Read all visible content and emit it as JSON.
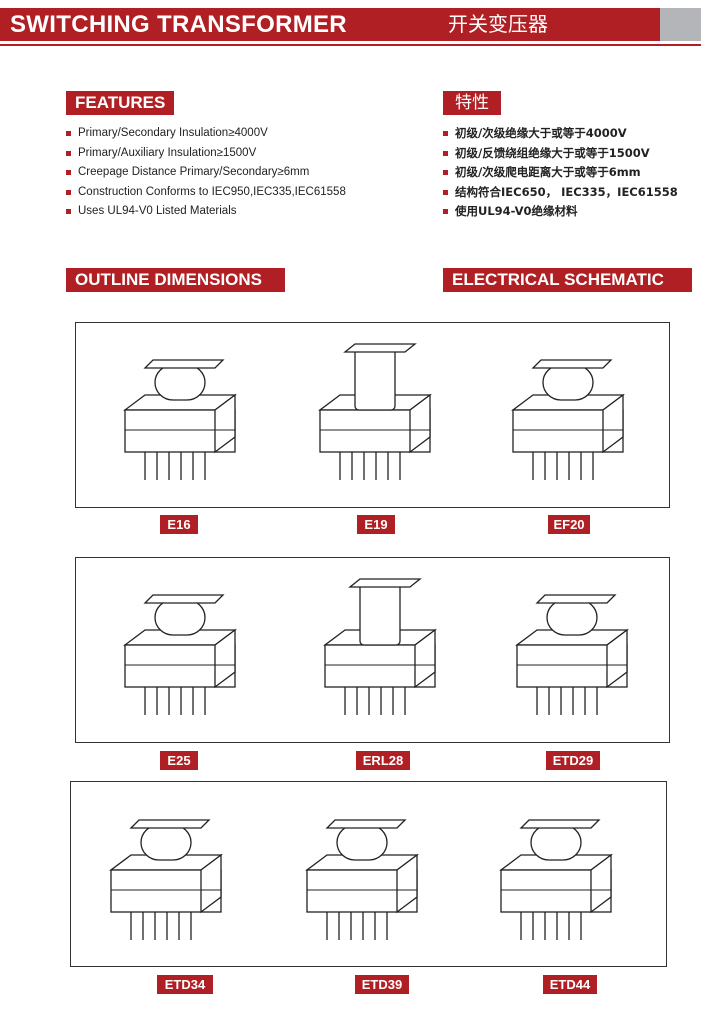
{
  "header": {
    "title": "SWITCHING TRANSFORMER",
    "title_cn": "开关变压器"
  },
  "features": {
    "heading": "FEATURES",
    "items": [
      "Primary/Secondary Insulation≥4000V",
      "Primary/Auxiliary Insulation≥1500V",
      "Creepage Distance Primary/Secondary≥6mm",
      "Construction Conforms to IEC950,IEC335,IEC61558",
      "Uses UL94-V0 Listed Materials"
    ]
  },
  "features_cn": {
    "heading": "特性",
    "items": [
      "初级/次级绝缘大于或等于4000V",
      "初级/反馈绕组绝缘大于或等于1500V",
      "初级/次级爬电距离大于或等于6mm",
      "结构符合IEC650， IEC335，IEC61558",
      "使用UL94-V0绝缘材料"
    ]
  },
  "sections": {
    "outline": "OUTLINE DIMENSIONS",
    "schematic": "ELECTRICAL SCHEMATIC"
  },
  "models": [
    "E16",
    "E19",
    "EF20",
    "E25",
    "ERL28",
    "ETD29",
    "ETD34",
    "ETD39",
    "ETD44"
  ],
  "colors": {
    "accent": "#b01f24",
    "gray": "#b3b5b8"
  }
}
